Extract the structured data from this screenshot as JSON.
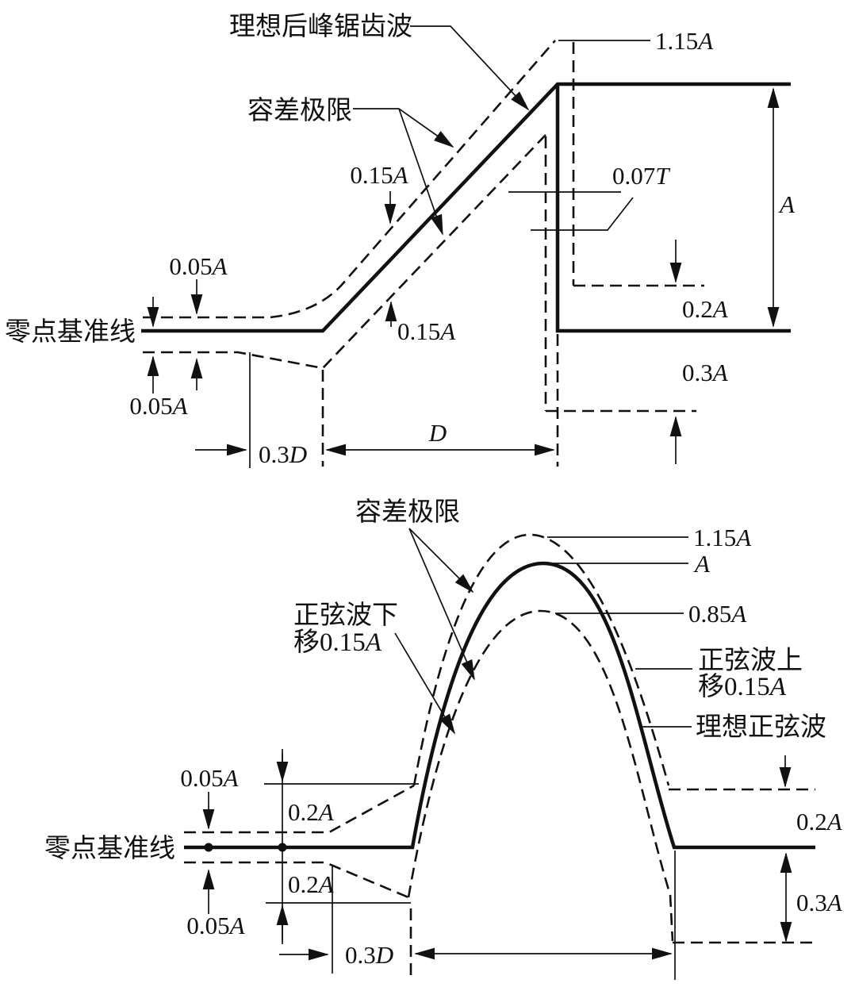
{
  "colors": {
    "ink": "#111111",
    "paper": "#ffffff"
  },
  "top": {
    "labels": {
      "ideal_wave": "理想后峰锯齿波",
      "tolerance_limit": "容差极限",
      "zero_reference": "零点基准线"
    },
    "dims": {
      "peak_tol": {
        "num": "1.15",
        "var": "A"
      },
      "amplitude": {
        "num": "",
        "var": "A"
      },
      "ramp_tol_upper": {
        "num": "0.15",
        "var": "A"
      },
      "ramp_tol_lower": {
        "num": "0.15",
        "var": "A"
      },
      "fall_time_tol": {
        "num": "0.07",
        "var": "T"
      },
      "base_tol_upper": {
        "num": "0.05",
        "var": "A"
      },
      "base_tol_lower": {
        "num": "0.05",
        "var": "A"
      },
      "settle_upper": {
        "num": "0.2",
        "var": "A"
      },
      "settle_lower": {
        "num": "0.3",
        "var": "A"
      },
      "delay": {
        "num": "0.3",
        "var": "D"
      },
      "duration": {
        "num": "",
        "var": "D"
      }
    }
  },
  "bottom": {
    "labels": {
      "tolerance_limit": "容差极限",
      "shift_down_l1": "正弦波下",
      "shift_down_l2": "移0.15",
      "shift_down_l2_var": "A",
      "zero_reference": "零点基准线",
      "shift_up_l1": "正弦波上",
      "shift_up_l2": "移0.15",
      "shift_up_l2_var": "A",
      "ideal_sine": "理想正弦波"
    },
    "dims": {
      "peak_tol": {
        "num": "1.15",
        "var": "A"
      },
      "amplitude": {
        "num": "",
        "var": "A"
      },
      "lower_peak": {
        "num": "0.85",
        "var": "A"
      },
      "base_tol_upper": {
        "num": "0.05",
        "var": "A"
      },
      "base_tol_lower": {
        "num": "0.05",
        "var": "A"
      },
      "offset_upper": {
        "num": "0.2",
        "var": "A"
      },
      "offset_lower": {
        "num": "0.2",
        "var": "A"
      },
      "settle_upper": {
        "num": "0.2",
        "var": "A"
      },
      "settle_lower": {
        "num": "0.3",
        "var": "A"
      },
      "delay": {
        "num": "0.3",
        "var": "D"
      }
    }
  }
}
